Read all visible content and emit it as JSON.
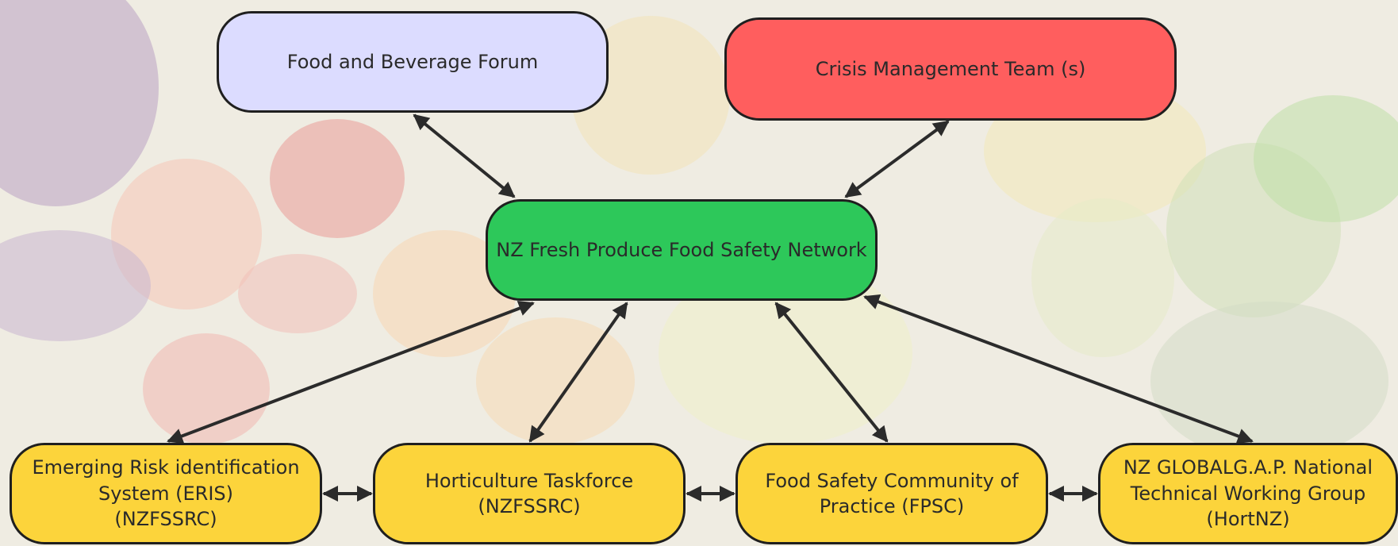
{
  "colors": {
    "purple": "#dcdcff",
    "red": "#ff5e5e",
    "green": "#2dc85a",
    "yellow": "#fcd43b"
  },
  "nodes": {
    "forum": {
      "lines": [
        "Food and Beverage Forum"
      ]
    },
    "crisis": {
      "lines": [
        "Crisis Management Team (s)"
      ]
    },
    "network": {
      "lines": [
        "NZ Fresh Produce Food Safety Network"
      ]
    },
    "eris": {
      "lines": [
        "Emerging Risk identification",
        "System (ERIS)",
        "(NZFSSRC)"
      ]
    },
    "taskforce": {
      "lines": [
        "Horticulture Taskforce",
        "(NZFSSRC)"
      ]
    },
    "fpsc": {
      "lines": [
        "Food Safety Community of",
        "Practice (FPSC)"
      ]
    },
    "globalgap": {
      "lines": [
        "NZ GLOBALG.A.P. National",
        "Technical Working Group",
        "(HortNZ)"
      ]
    }
  },
  "edges": [
    [
      "forum",
      "network"
    ],
    [
      "crisis",
      "network"
    ],
    [
      "network",
      "eris"
    ],
    [
      "network",
      "taskforce"
    ],
    [
      "network",
      "fpsc"
    ],
    [
      "network",
      "globalgap"
    ],
    [
      "eris",
      "taskforce"
    ],
    [
      "taskforce",
      "fpsc"
    ],
    [
      "fpsc",
      "globalgap"
    ]
  ]
}
